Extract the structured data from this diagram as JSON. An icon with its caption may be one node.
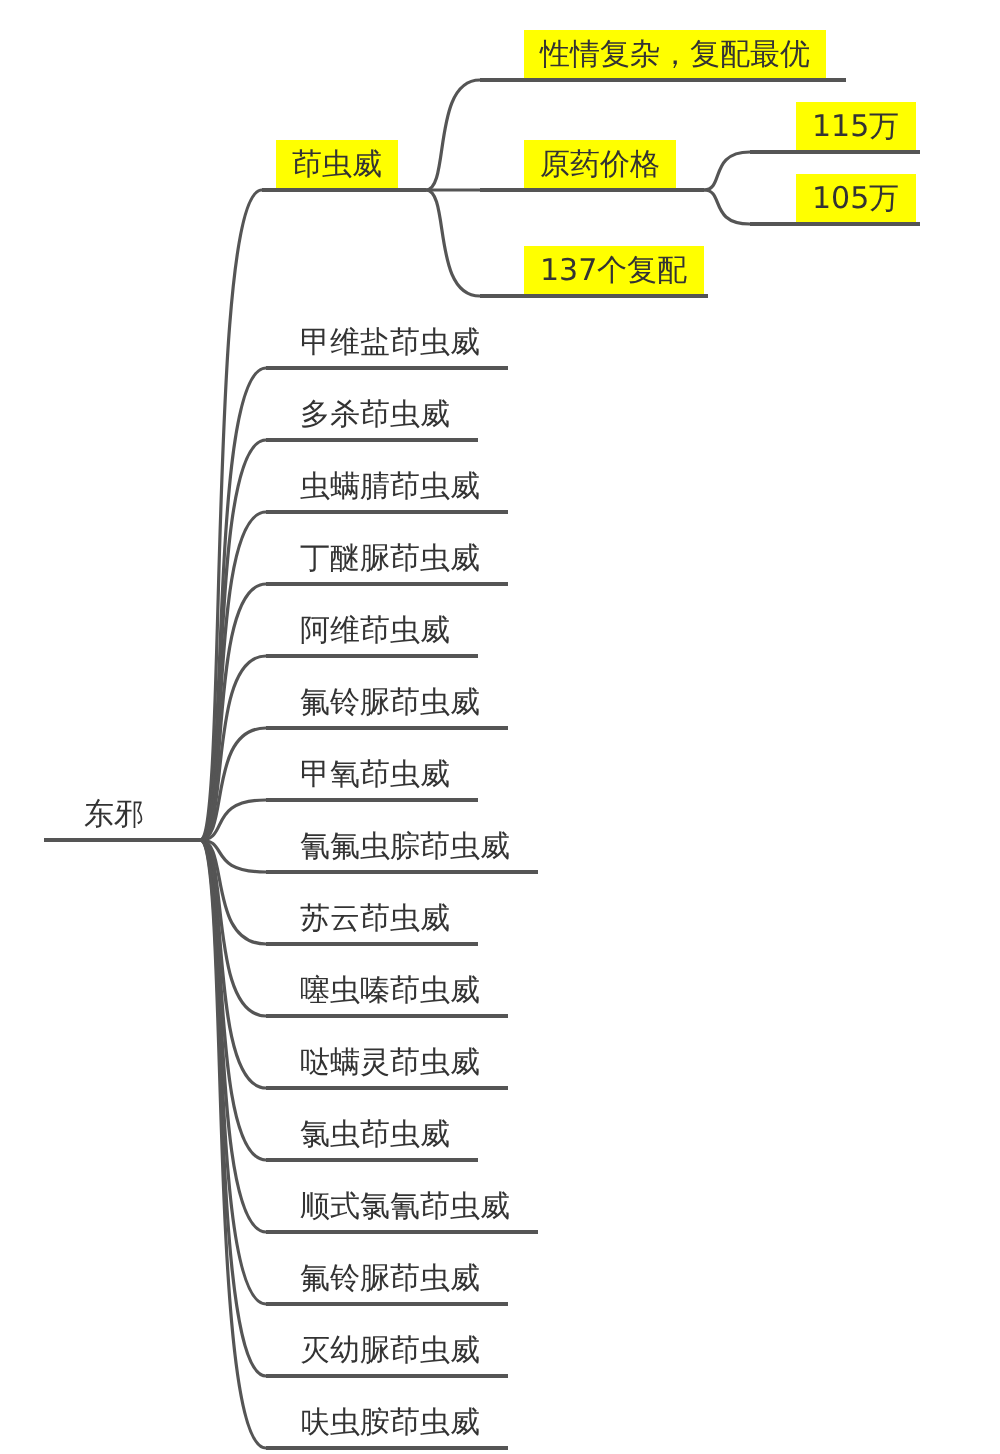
{
  "diagram": {
    "nodes": [
      {
        "text": [
          "东邪"
        ]
      },
      {
        "text": [
          "茚虫威"
        ]
      },
      {
        "text": [
          "性情复杂，复配最优"
        ]
      },
      {
        "text": [
          "原药价格"
        ]
      },
      {
        "text": [
          "115万"
        ]
      },
      {
        "text": [
          "105万"
        ]
      },
      {
        "text": [
          "137个复配"
        ]
      },
      {
        "text": [
          "甲维盐茚虫威"
        ]
      },
      {
        "text": [
          "多杀茚虫威"
        ]
      },
      {
        "text": [
          "虫螨腈茚虫威"
        ]
      },
      {
        "text": [
          "丁醚脲茚虫威"
        ]
      },
      {
        "text": [
          "阿维茚虫威"
        ]
      },
      {
        "text": [
          "氟铃脲茚虫威"
        ]
      },
      {
        "text": [
          "甲氧茚虫威"
        ]
      },
      {
        "text": [
          "氰氟虫腙茚虫威"
        ]
      },
      {
        "text": [
          "苏云茚虫威"
        ]
      },
      {
        "text": [
          "噻虫嗪茚虫威"
        ]
      },
      {
        "text": [
          "哒螨灵茚虫威"
        ]
      },
      {
        "text": [
          "氯虫茚虫威"
        ]
      },
      {
        "text": [
          "顺式氯氰茚虫威"
        ]
      },
      {
        "text": [
          "氟铃脲茚虫威"
        ]
      },
      {
        "text": [
          "灭幼脲茚虫威"
        ]
      },
      {
        "text": [
          "呋虫胺茚虫威"
        ]
      }
    ],
    "edges": [
      {
        "from": 0,
        "to": 1,
        "arrow": "none"
      },
      {
        "from": 1,
        "to": 2,
        "arrow": "none"
      },
      {
        "from": 1,
        "to": 3,
        "arrow": "none"
      },
      {
        "from": 3,
        "to": 4,
        "arrow": "none"
      },
      {
        "from": 3,
        "to": 5,
        "arrow": "none"
      },
      {
        "from": 1,
        "to": 6,
        "arrow": "none"
      },
      {
        "from": 0,
        "to": 7,
        "arrow": "none"
      },
      {
        "from": 0,
        "to": 8,
        "arrow": "none"
      },
      {
        "from": 0,
        "to": 9,
        "arrow": "none"
      },
      {
        "from": 0,
        "to": 10,
        "arrow": "none"
      },
      {
        "from": 0,
        "to": 11,
        "arrow": "none"
      },
      {
        "from": 0,
        "to": 12,
        "arrow": "none"
      },
      {
        "from": 0,
        "to": 13,
        "arrow": "none"
      },
      {
        "from": 0,
        "to": 14,
        "arrow": "none"
      },
      {
        "from": 0,
        "to": 15,
        "arrow": "none"
      },
      {
        "from": 0,
        "to": 16,
        "arrow": "none"
      },
      {
        "from": 0,
        "to": 17,
        "arrow": "none"
      },
      {
        "from": 0,
        "to": 18,
        "arrow": "none"
      },
      {
        "from": 0,
        "to": 19,
        "arrow": "none"
      },
      {
        "from": 0,
        "to": 20,
        "arrow": "none"
      },
      {
        "from": 0,
        "to": 21,
        "arrow": "none"
      },
      {
        "from": 0,
        "to": 22,
        "arrow": "none"
      }
    ]
  }
}
